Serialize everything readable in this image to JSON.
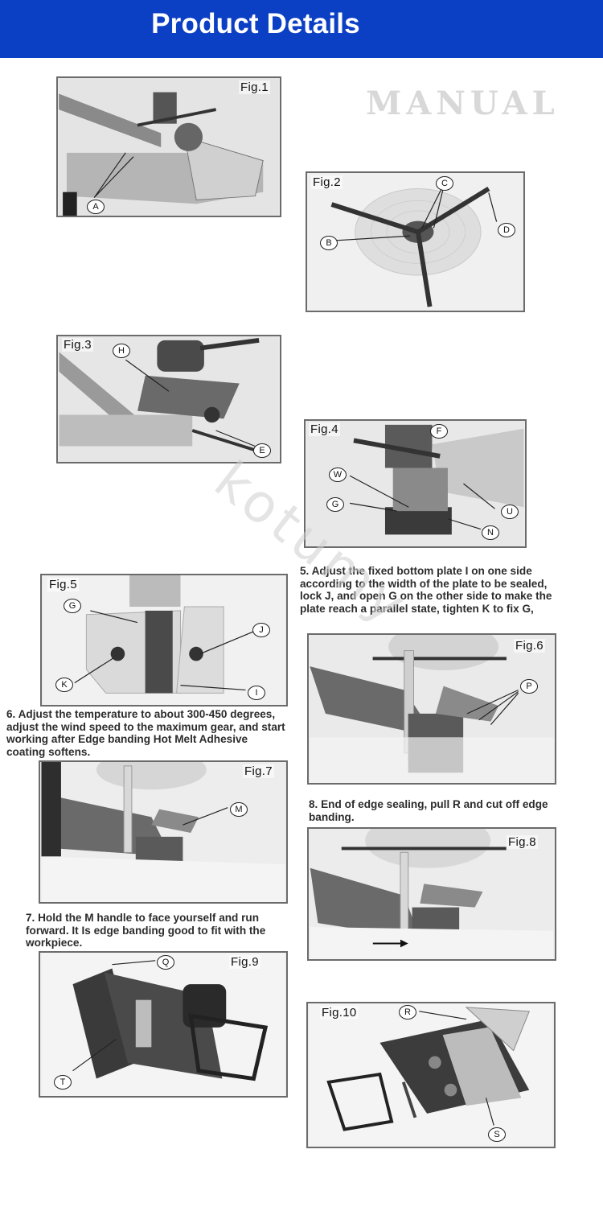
{
  "header": {
    "title": "Product Details"
  },
  "figures": {
    "fig1": {
      "label": "Fig.1",
      "callouts": [
        "A"
      ]
    },
    "fig2": {
      "label": "Fig.2",
      "callouts": [
        "C",
        "B",
        "D"
      ]
    },
    "fig3": {
      "label": "Fig.3",
      "callouts": [
        "H",
        "E"
      ]
    },
    "fig4": {
      "label": "Fig.4",
      "callouts": [
        "F",
        "W",
        "G",
        "U",
        "N"
      ]
    },
    "fig5": {
      "label": "Fig.5",
      "callouts": [
        "G",
        "J",
        "K",
        "I"
      ]
    },
    "fig6": {
      "label": "Fig.6",
      "callouts": [
        "P"
      ]
    },
    "fig7": {
      "label": "Fig.7",
      "callouts": [
        "M"
      ]
    },
    "fig8": {
      "label": "Fig.8",
      "callouts": []
    },
    "fig9": {
      "label": "Fig.9",
      "callouts": [
        "Q",
        "T"
      ]
    },
    "fig10": {
      "label": "Fig.10",
      "callouts": [
        "R",
        "S"
      ]
    }
  },
  "captions": {
    "step5": "5. Adjust the fixed bottom plate I on one side according to the width of the plate to be sealed, lock J, and open G on the other side to make the plate reach a parallel state, tighten K to fix G,",
    "step6": "6. Adjust the temperature to about 300-450 degrees, adjust the wind speed to the maximum gear, and start working after Edge banding Hot Melt Adhesive coating softens.",
    "step7": "7. Hold the M handle to face yourself and run forward. It Is edge banding good to fit with the workpiece.",
    "step8": "8. End of edge sealing, pull R and cut off edge banding."
  },
  "background_text": {
    "manual": "MANUAL"
  },
  "watermark": "kotumy",
  "colors": {
    "banner": "#0b3fc4",
    "banner_text": "#ffffff",
    "caption_text": "#2c2c2c"
  }
}
